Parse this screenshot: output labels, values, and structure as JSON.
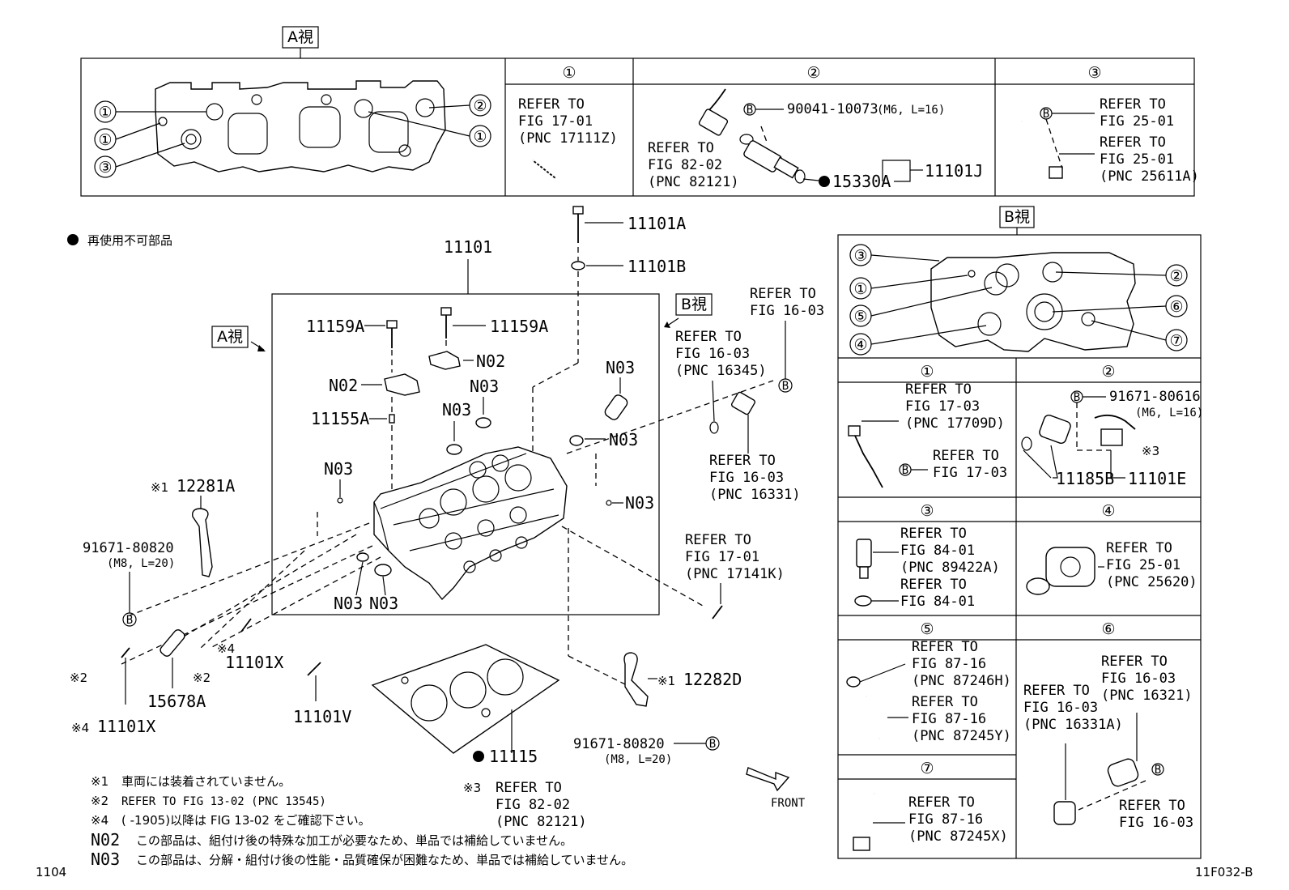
{
  "view_a_label": "A視",
  "view_b_label": "B視",
  "legend_non_reusable": "再使用不可部品",
  "figure_page": "1104",
  "figure_code": "11F032-B",
  "panel_top": {
    "header_1": "①",
    "header_2": "②",
    "header_3": "③",
    "p1_ref": [
      "REFER TO",
      "FIG 17-01",
      "(PNC 17111Z)"
    ],
    "p2_bolt": "90041-10073",
    "p2_bolt_spec": "(M6, L=16)",
    "p2_ref": [
      "REFER TO",
      "FIG 82-02",
      "(PNC 82121)"
    ],
    "p2_part_a": "15330A",
    "p2_part_b": "11101J",
    "p3_ref_a": [
      "REFER TO",
      "FIG 25-01"
    ],
    "p3_ref_b": [
      "REFER TO",
      "FIG 25-01",
      "(PNC 25611A)"
    ]
  },
  "main": {
    "p11101": "11101",
    "p11101A": "11101A",
    "p11101B": "11101B",
    "p11159A_1": "11159A",
    "p11159A_2": "11159A",
    "n02_1": "N02",
    "n02_2": "N02",
    "n03": [
      "N03",
      "N03",
      "N03",
      "N03",
      "N03",
      "N03",
      "N03",
      "N03"
    ],
    "p11155A": "11155A",
    "p12281A": "12281A",
    "p12281A_mark": "※1",
    "bolt_left": "91671-80820",
    "bolt_left_spec": "(M8, L=20)",
    "p11101X_1": "11101X",
    "p11101X_1_mark": "※4",
    "p11101X_2": "11101X",
    "p11101X_2_mark": "※4",
    "mark2_a": "※2",
    "mark2_b": "※2",
    "p15678A": "15678A",
    "p11101V": "11101V",
    "p11115": "11115",
    "p12282D": "12282D",
    "p12282D_mark": "※1",
    "bolt_bottom": "91671-80820",
    "bolt_bottom_spec": "(M8, L=20)",
    "ref_16_03_top": [
      "REFER TO",
      "FIG 16-03"
    ],
    "ref_16345": [
      "REFER TO",
      "FIG 16-03",
      "(PNC 16345)"
    ],
    "ref_16331": [
      "REFER TO",
      "FIG 16-03",
      "(PNC 16331)"
    ],
    "ref_17141K": [
      "REFER TO",
      "FIG 17-01",
      "(PNC 17141K)"
    ],
    "ref_82121_mark": "※3",
    "ref_82121": [
      "REFER TO",
      "FIG 82-02",
      "(PNC 82121)"
    ],
    "front": "FRONT"
  },
  "panel_b": {
    "h1": "①",
    "h2": "②",
    "h3": "③",
    "h4": "④",
    "h5": "⑤",
    "h6": "⑥",
    "h7": "⑦",
    "c1_ref_a": [
      "REFER TO",
      "FIG 17-03",
      "(PNC 17709D)"
    ],
    "c1_ref_b": [
      "REFER TO",
      "FIG 17-03"
    ],
    "c2_bolt": "91671-80616",
    "c2_bolt_spec": "(M6, L=16)",
    "c2_mark": "※3",
    "c2_part_a": "11185B",
    "c2_part_b": "11101E",
    "c3_ref_a": [
      "REFER TO",
      "FIG 84-01",
      "(PNC 89422A)"
    ],
    "c3_ref_b": [
      "REFER TO",
      "FIG 84-01"
    ],
    "c4_ref": [
      "REFER TO",
      "FIG 25-01",
      "(PNC 25620)"
    ],
    "c5_ref_a": [
      "REFER TO",
      "FIG 87-16",
      "(PNC 87246H)"
    ],
    "c5_ref_b": [
      "REFER TO",
      "FIG 87-16",
      "(PNC 87245Y)"
    ],
    "c6_ref_a": [
      "REFER TO",
      "FIG 16-03",
      "(PNC 16321)"
    ],
    "c6_ref_b": [
      "REFER TO",
      "FIG 16-03",
      "(PNC 16331A)"
    ],
    "c6_ref_c": [
      "REFER TO",
      "FIG 16-03"
    ],
    "c7_ref": [
      "REFER TO",
      "FIG 87-16",
      "(PNC 87245X)"
    ]
  },
  "notes": [
    {
      "mark": "※1",
      "text": "車両には装着されていません。"
    },
    {
      "mark": "※2",
      "text": "REFER TO FIG 13-02 (PNC 13545)"
    },
    {
      "mark": "※4",
      "text": "(      -1905)以降は FIG 13-02 をご確認下さい。"
    },
    {
      "mark": "N02",
      "text": "この部品は、組付け後の特殊な加工が必要なため、単品では補給していません。"
    },
    {
      "mark": "N03",
      "text": "この部品は、分解・組付け後の性能・品質確保が困難なため、単品では補給していません。"
    }
  ]
}
